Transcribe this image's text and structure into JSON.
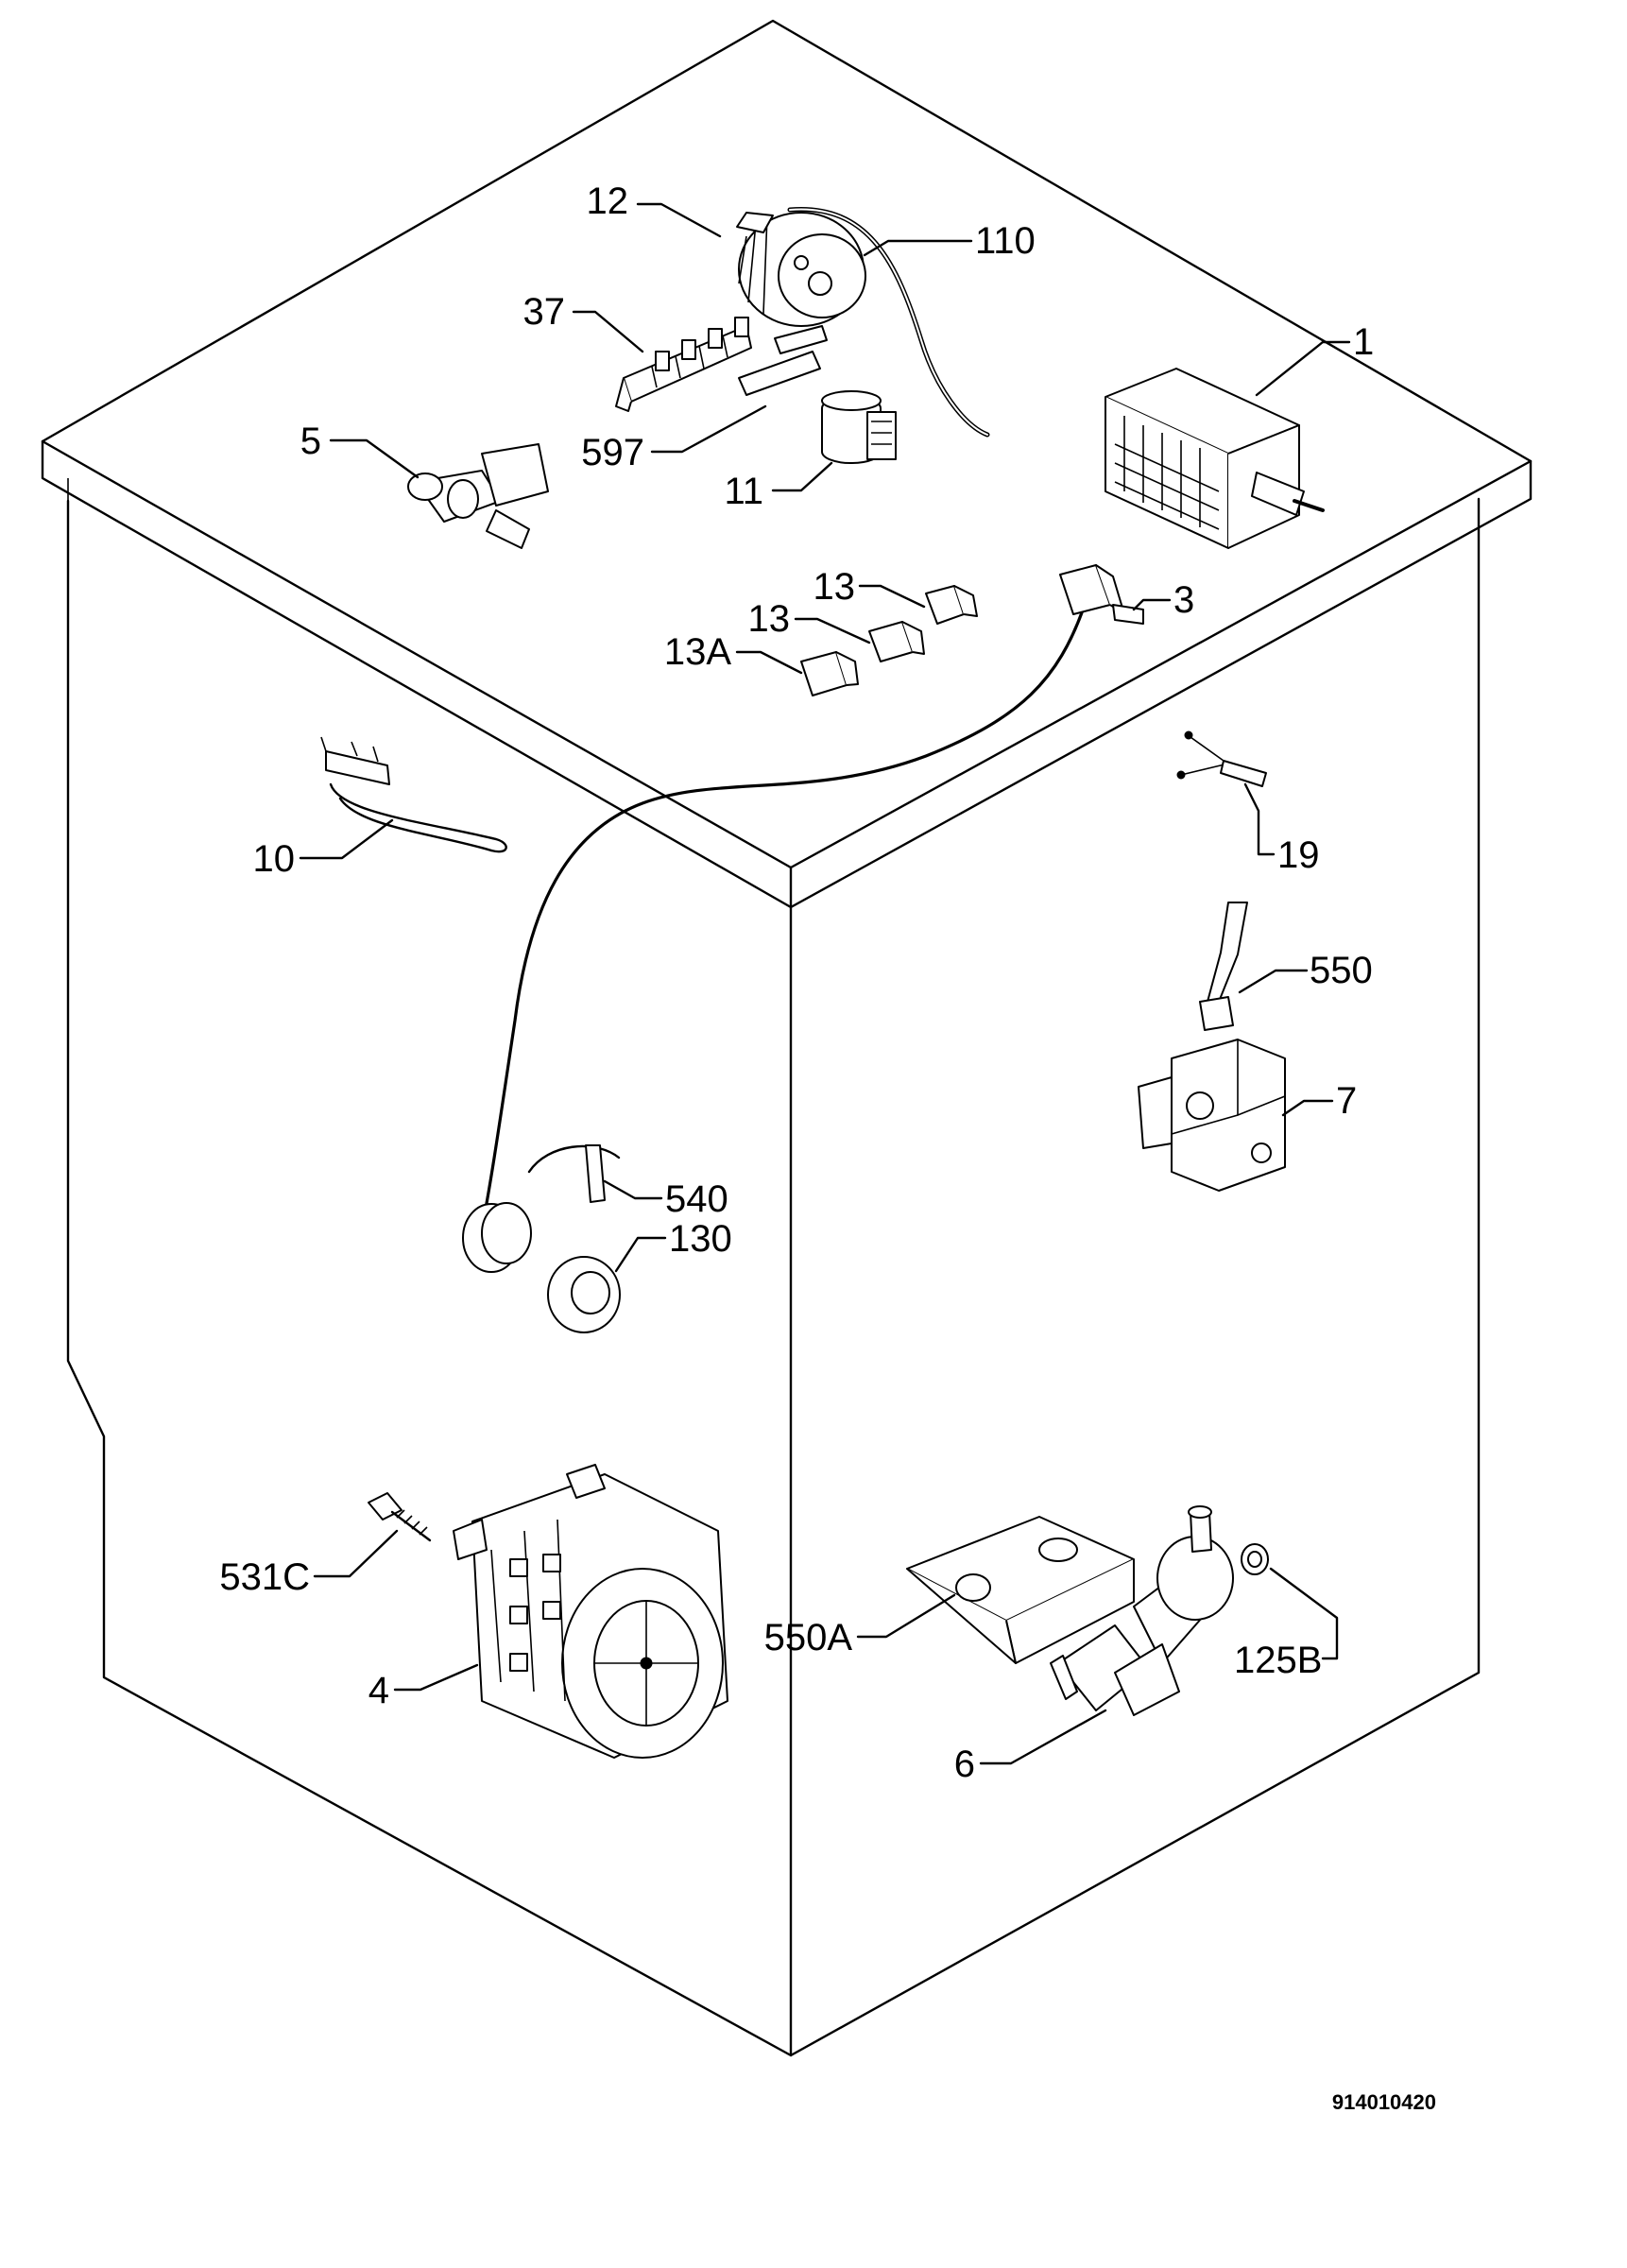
{
  "document_ref": "914010420",
  "callouts": [
    {
      "id": "1",
      "text": "1"
    },
    {
      "id": "3",
      "text": "3"
    },
    {
      "id": "4",
      "text": "4"
    },
    {
      "id": "5",
      "text": "5"
    },
    {
      "id": "6",
      "text": "6"
    },
    {
      "id": "7",
      "text": "7"
    },
    {
      "id": "10",
      "text": "10"
    },
    {
      "id": "11",
      "text": "11"
    },
    {
      "id": "12",
      "text": "12"
    },
    {
      "id": "13a",
      "text": "13"
    },
    {
      "id": "13b",
      "text": "13"
    },
    {
      "id": "13A",
      "text": "13A"
    },
    {
      "id": "19",
      "text": "19"
    },
    {
      "id": "37",
      "text": "37"
    },
    {
      "id": "110",
      "text": "110"
    },
    {
      "id": "125B",
      "text": "125B"
    },
    {
      "id": "130",
      "text": "130"
    },
    {
      "id": "531C",
      "text": "531C"
    },
    {
      "id": "540",
      "text": "540"
    },
    {
      "id": "550",
      "text": "550"
    },
    {
      "id": "550A",
      "text": "550A"
    },
    {
      "id": "597",
      "text": "597"
    }
  ]
}
